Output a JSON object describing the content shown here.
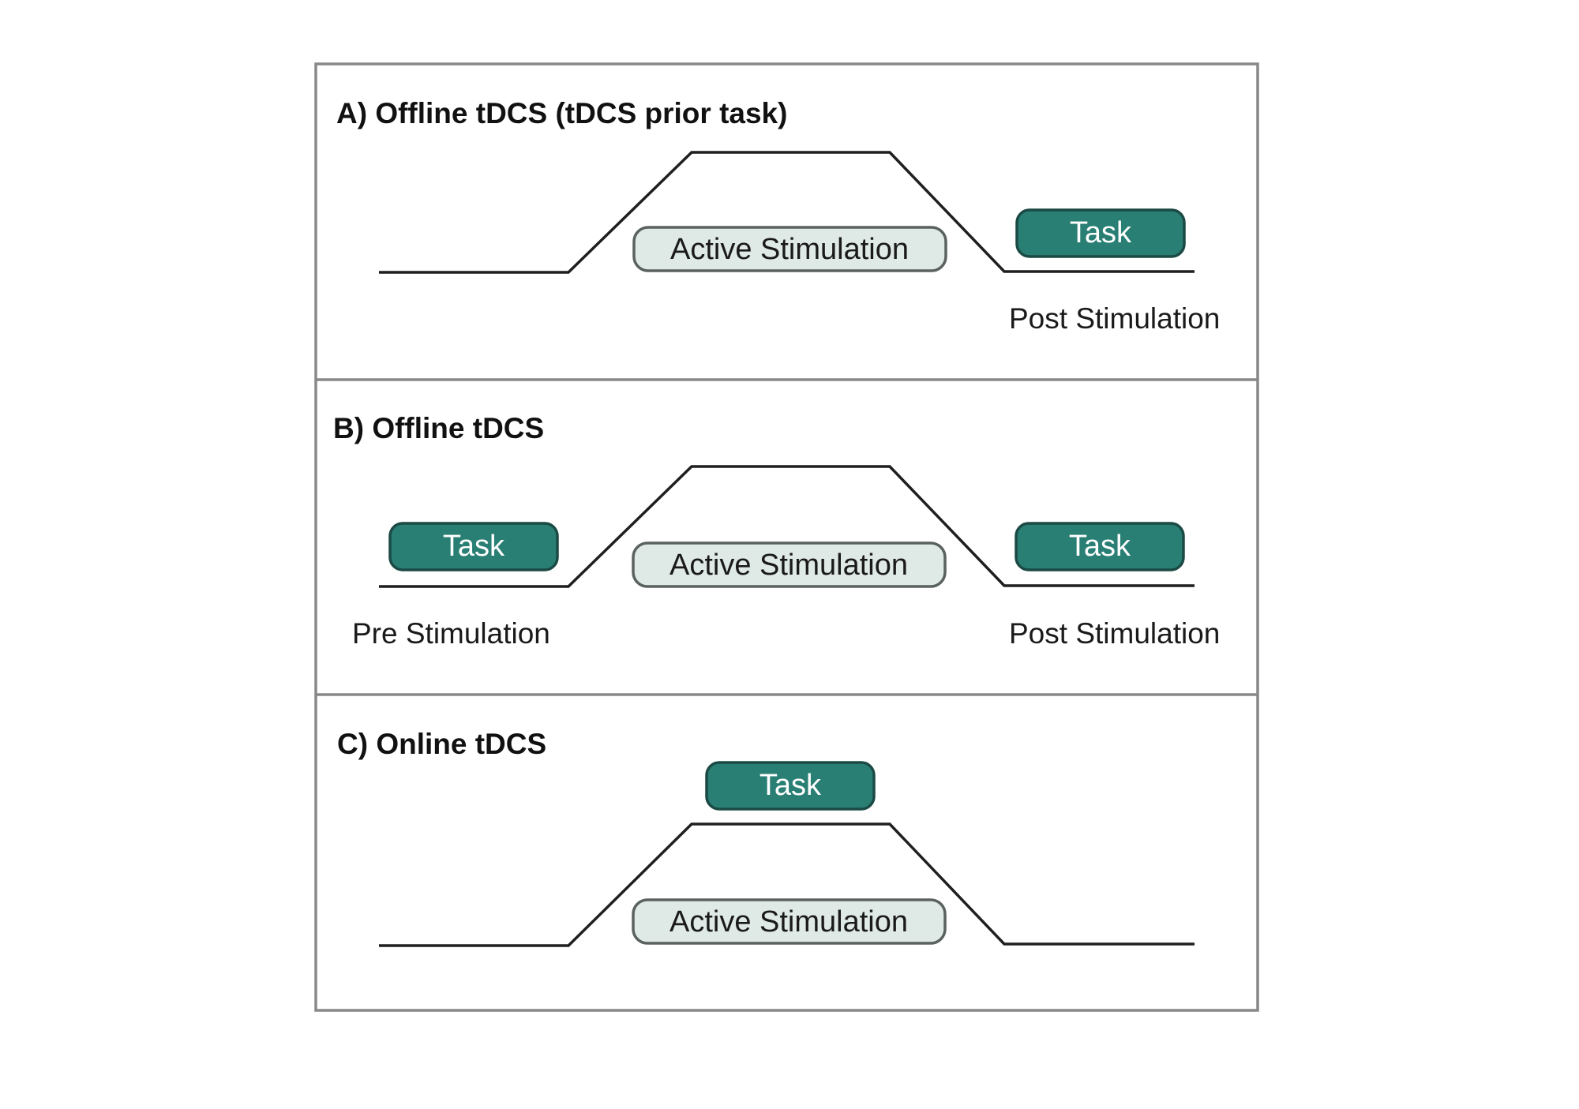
{
  "panels": {
    "a": {
      "title": "A) Offline tDCS (tDCS prior task)",
      "stimulation_label": "Active Stimulation",
      "task_post_label": "Task",
      "post_caption": "Post Stimulation"
    },
    "b": {
      "title": "B) Offline tDCS",
      "stimulation_label": "Active Stimulation",
      "task_pre_label": "Task",
      "task_post_label": "Task",
      "pre_caption": "Pre Stimulation",
      "post_caption": "Post Stimulation"
    },
    "c": {
      "title": "C) Online tDCS",
      "stimulation_label": "Active Stimulation",
      "task_during_label": "Task"
    }
  },
  "colors": {
    "task_fill": "#2a7f75",
    "stimulation_fill": "#dfe9e6",
    "frame": "#888888",
    "trace": "#1f1f1f"
  }
}
